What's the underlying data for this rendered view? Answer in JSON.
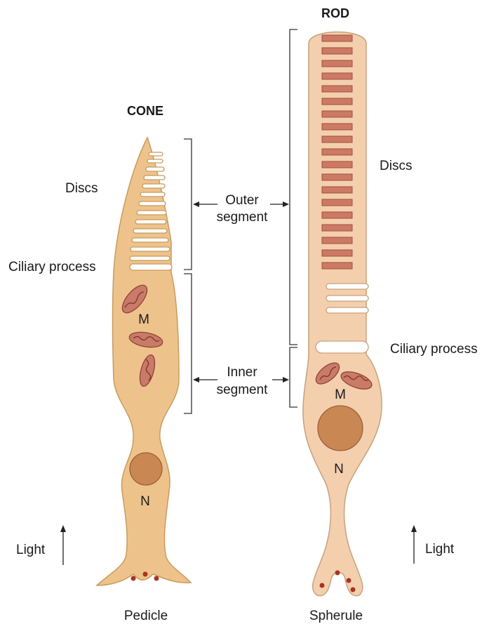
{
  "cone": {
    "title": "CONE",
    "discs_label": "Discs",
    "ciliary_label": "Ciliary process",
    "mito_label": "M",
    "nucleus_label": "N",
    "light_label": "Light",
    "terminal_label": "Pedicle"
  },
  "rod": {
    "title": "ROD",
    "discs_label": "Discs",
    "ciliary_label": "Ciliary process",
    "mito_label": "M",
    "nucleus_label": "N",
    "light_label": "Light",
    "terminal_label": "Spherule"
  },
  "segments": {
    "outer": {
      "line1": "Outer",
      "line2": "segment"
    },
    "inner": {
      "line1": "Inner",
      "line2": "segment"
    }
  },
  "colors": {
    "cone_body": "#eec38b",
    "rod_body": "#f3cfae",
    "rod_disc": "#cd7a64",
    "mitochondrion": "#c97a68",
    "nucleus": "#c98753",
    "terminal_dots": "#a8341f"
  }
}
